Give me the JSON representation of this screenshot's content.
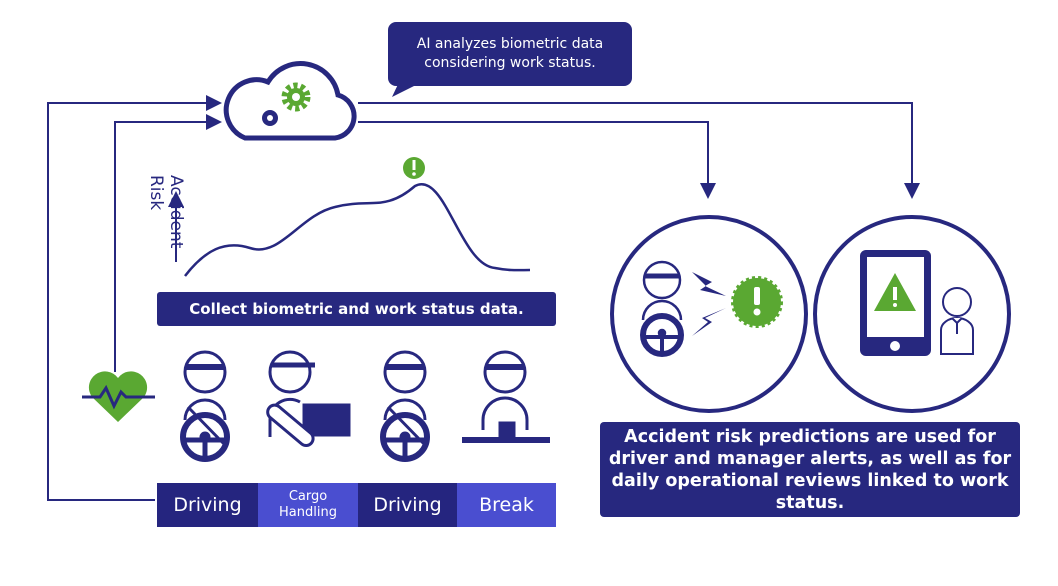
{
  "bubble_text": "AI analyzes biometric data considering work status.",
  "chart_axis_label": "Accident Risk",
  "collect_text": "Collect biometric and work status data.",
  "segments": [
    {
      "label": "Driving"
    },
    {
      "label": "Cargo Handling"
    },
    {
      "label": "Driving"
    },
    {
      "label": "Break"
    }
  ],
  "result_text": "Accident risk predictions are used for driver and manager alerts, as well as for daily operational reviews linked to work status.",
  "colors": {
    "navy": "#27287f",
    "light": "#4a4ed0",
    "green": "#5aa832"
  }
}
